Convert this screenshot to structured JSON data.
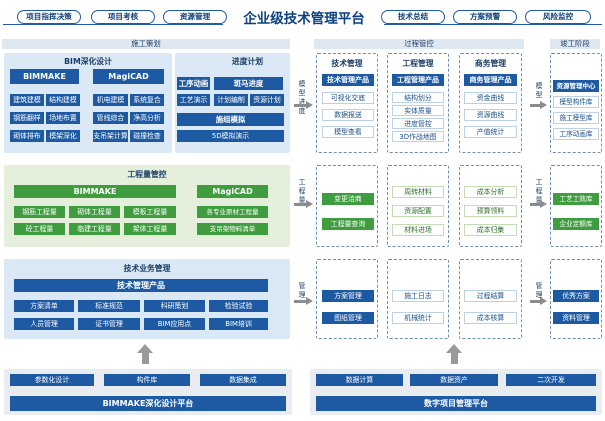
{
  "title": "企业级技术管理平台",
  "top_pills": [
    "项目指挥决策",
    "项目考核",
    "资源管理",
    "技术总结",
    "方案预警",
    "风险监控"
  ],
  "sections": {
    "construction_plan": "施工策划",
    "process_control": "过程管控",
    "completion": "竣工阶段"
  },
  "bim_deep": {
    "title": "BIM深化设计",
    "bimmake": {
      "title": "BIMMAKE",
      "items": [
        "建筑建模",
        "结构建模",
        "钢筋翻样",
        "场地布置",
        "砌体排布",
        "模架深化"
      ]
    },
    "magicad": {
      "title": "MagiCAD",
      "items": [
        "机电建模",
        "系统复合",
        "管线综合",
        "净高分析",
        "支吊架计算",
        "碰撞检查"
      ]
    }
  },
  "schedule": {
    "title": "进度计划",
    "craft_anim": {
      "title": "工序动画",
      "item": "工艺演示"
    },
    "banma": {
      "title": "斑马进度",
      "items": [
        "计划编制",
        "资源计划"
      ]
    },
    "sim": {
      "title": "施组模拟",
      "item": "5D模拟演示"
    }
  },
  "row1_links": {
    "left": "模型 进度",
    "mid": "模型"
  },
  "tech_mgmt": {
    "title": "技术管理",
    "product": "技术管理产品",
    "items": [
      "可视化交底",
      "数据报送",
      "模型查看"
    ]
  },
  "eng_mgmt": {
    "title": "工程管理",
    "product": "工程管理产品",
    "items": [
      "结构划分",
      "实体质量",
      "进度管控",
      "3D作战地图"
    ]
  },
  "biz_mgmt": {
    "title": "商务管理",
    "product": "商务管理产品",
    "items": [
      "资金曲线",
      "资源曲线",
      "产值统计"
    ]
  },
  "resource_center": {
    "title": "资源管理中心",
    "items": [
      "模型构件库",
      "施工模型库",
      "工序动画库"
    ]
  },
  "quantity": {
    "title": "工程量管控",
    "bimmake": {
      "title": "BIMMAKE",
      "items": [
        "钢筋工程量",
        "砌体工程量",
        "模板工程量",
        "砼工程量",
        "临建工程量",
        "架体工程量"
      ]
    },
    "magicad": {
      "title": "MagiCAD",
      "items": [
        "各专业原材工程量",
        "支吊架物料清单"
      ]
    }
  },
  "row2_links": {
    "left": "工程量",
    "right": "工程量"
  },
  "row2_tech": [
    "变更洽商",
    "工程量查询"
  ],
  "row2_eng": [
    "周转材料",
    "资源配置",
    "材料进场"
  ],
  "row2_biz": [
    "成本分析",
    "预算领料",
    "成本归集"
  ],
  "row2_complete": [
    "工艺工效库",
    "企业定额库"
  ],
  "tech_biz": {
    "title": "技术业务管理",
    "product": "技术管理产品",
    "items": [
      "方案清单",
      "标准规范",
      "科研策划",
      "检验试验",
      "人员管理",
      "证书管理",
      "BIM应用点",
      "BIM培训"
    ]
  },
  "row3_links": {
    "left": "管理",
    "right": "管理"
  },
  "row3_tech": [
    "方案管理",
    "图纸管理"
  ],
  "row3_eng": [
    "施工日志",
    "机械统计"
  ],
  "row3_biz": [
    "过程结算",
    "成本核算"
  ],
  "row3_complete": [
    "优秀方案",
    "资料管理"
  ],
  "bottom_left": {
    "items": [
      "参数化设计",
      "构件库",
      "数据集成"
    ],
    "title": "BIMMAKE深化设计平台"
  },
  "bottom_right": {
    "items": [
      "数据计算",
      "数据资产",
      "二次开发"
    ],
    "title": "数字项目管理平台"
  },
  "colors": {
    "dark_blue": "#1d5aa3",
    "green": "#3f9c3f",
    "light_blue_bg": "#dbe9f6",
    "light_green_bg": "#e5f0dc"
  }
}
